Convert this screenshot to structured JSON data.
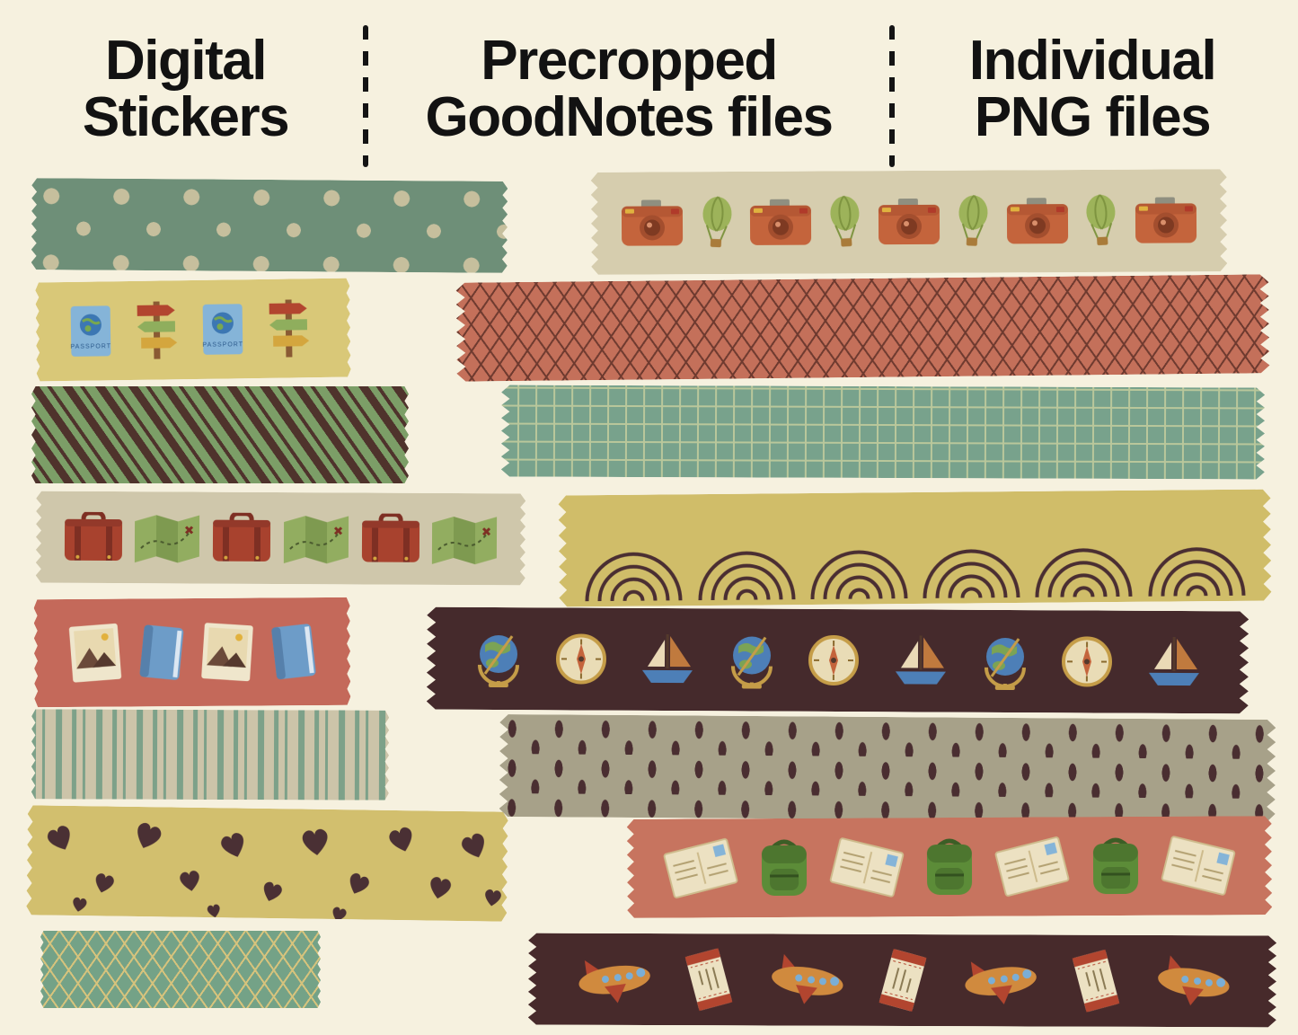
{
  "page": {
    "background": "#f6f1df"
  },
  "header": {
    "columns": [
      {
        "id": "digital-stickers",
        "lines": [
          "Digital",
          "Stickers"
        ]
      },
      {
        "id": "precropped-goodnotes",
        "lines": [
          "Precropped",
          "GoodNotes files"
        ]
      },
      {
        "id": "individual-png",
        "lines": [
          "Individual",
          "PNG files"
        ]
      }
    ]
  },
  "tapes": [
    {
      "id": "green-polka-dot",
      "pattern": "polka",
      "colors": {
        "base": "#6e8f78",
        "accent": "#c6bf9d"
      },
      "icons": []
    },
    {
      "id": "passport-signpost",
      "pattern": "plain",
      "colors": {
        "base": "#d9c878"
      },
      "icons": [
        "passport",
        "signpost",
        "passport",
        "signpost"
      ]
    },
    {
      "id": "diagonal-stripes",
      "pattern": "diag",
      "colors": {
        "base": "#4f332c",
        "accent": "#7c9e67"
      },
      "icons": []
    },
    {
      "id": "suitcase-map",
      "pattern": "plain",
      "colors": {
        "base": "#cfc7ab"
      },
      "icons": [
        "suitcase",
        "map",
        "suitcase",
        "map",
        "suitcase",
        "map"
      ]
    },
    {
      "id": "polaroid-book",
      "pattern": "plain",
      "colors": {
        "base": "#c4695a"
      },
      "icons": [
        "polaroid",
        "book",
        "polaroid",
        "book"
      ]
    },
    {
      "id": "vertical-stripes",
      "pattern": "vstripe",
      "colors": {
        "base": "#ccc4a9",
        "accent": "#7da189"
      },
      "icons": []
    },
    {
      "id": "hearts",
      "pattern": "hearts",
      "colors": {
        "base": "#d2bf6e",
        "accent": "#4a3034"
      },
      "icons": [
        "heart"
      ]
    },
    {
      "id": "green-crosshatch",
      "pattern": "hatch",
      "colors": {
        "base": "#74a287",
        "accent": "#d6c37c"
      },
      "icons": []
    },
    {
      "id": "camera-balloon",
      "pattern": "plain",
      "colors": {
        "base": "#d6cdae"
      },
      "icons": [
        "camera",
        "balloon",
        "camera",
        "balloon",
        "camera",
        "balloon",
        "camera",
        "balloon",
        "camera"
      ]
    },
    {
      "id": "salmon-crosshatch",
      "pattern": "hatch",
      "colors": {
        "base": "#c4705a",
        "accent": "#6e3a2f"
      },
      "icons": []
    },
    {
      "id": "green-grid",
      "pattern": "grid",
      "colors": {
        "base": "#78a28c",
        "accent": "#b9c79b"
      },
      "icons": []
    },
    {
      "id": "rainbows",
      "pattern": "plain",
      "colors": {
        "base": "#d0bd69"
      },
      "icons": [
        "rainbow",
        "rainbow",
        "rainbow",
        "rainbow",
        "rainbow",
        "rainbow"
      ]
    },
    {
      "id": "globe-compass-sailboat",
      "pattern": "plain",
      "colors": {
        "base": "#452a2c"
      },
      "icons": [
        "globe",
        "compass",
        "sailboat",
        "globe",
        "compass",
        "sailboat",
        "globe",
        "compass",
        "sailboat"
      ]
    },
    {
      "id": "olive-dashes",
      "pattern": "dash",
      "colors": {
        "base": "#a7a189",
        "accent": "#4a2e31"
      },
      "icons": []
    },
    {
      "id": "backpack-postcard",
      "pattern": "plain",
      "colors": {
        "base": "#c7745f"
      },
      "icons": [
        "postcard",
        "backpack",
        "postcard",
        "backpack",
        "postcard",
        "backpack",
        "postcard"
      ]
    },
    {
      "id": "airplane-ticket",
      "pattern": "plain",
      "colors": {
        "base": "#472a2b"
      },
      "icons": [
        "airplane",
        "ticket",
        "airplane",
        "ticket",
        "airplane",
        "ticket",
        "airplane"
      ]
    }
  ]
}
